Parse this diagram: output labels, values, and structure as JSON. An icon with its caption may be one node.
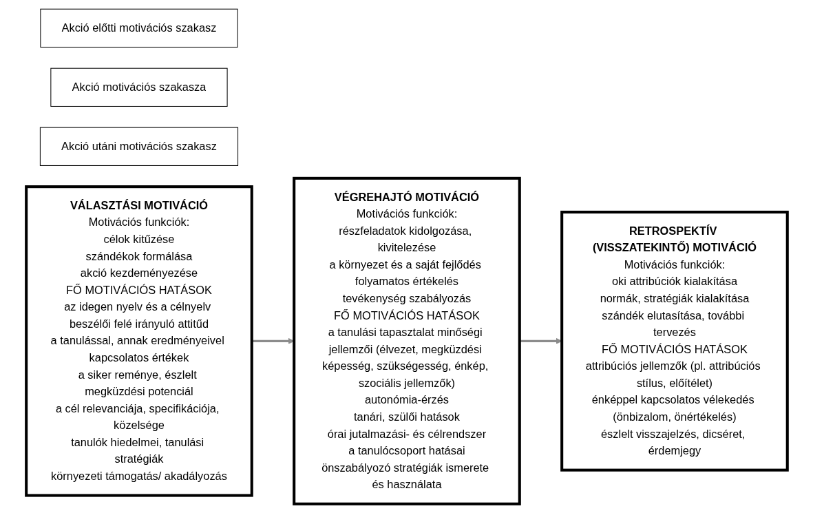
{
  "diagram": {
    "nodes": [
      {
        "text": [
          "Akció előtti motivációs szakasz"
        ]
      },
      {
        "text": [
          "Akció motivációs szakasza"
        ]
      },
      {
        "text": [
          "Akció utáni motivációs szakasz"
        ]
      },
      {
        "text": [
          "VÁLASZTÁSI MOTIVÁCIÓ",
          "Motivációs funkciók:",
          "célok kitűzése",
          "szándékok formálása",
          "akció kezdeményezése",
          "FŐ MOTIVÁCIÓS HATÁSOK",
          "az idegen nyelv és a célnyelv beszélői felé irányuló attitűd",
          "a tanulással, annak eredményeivel kapcsolatos értékek",
          "a siker reménye, észlelt megküzdési potenciál",
          "a cél relevanciája, specifikációja, közelsége",
          "tanulók hiedelmei, tanulási stratégiák",
          "környezeti támogatás/ akadályozás"
        ]
      },
      {
        "text": [
          "VÉGREHAJTÓ MOTIVÁCIÓ",
          "Motivációs funkciók:",
          "részfeladatok kidolgozása, kivitelezése",
          "a környezet és a saját fejlődés folyamatos értékelés",
          "tevékenység szabályozás",
          "FŐ MOTIVÁCIÓS HATÁSOK",
          "a tanulási tapasztalat minőségi jellemzői (élvezet, megküzdési képesség, szükségesség, énkép, szociális jellemzők)",
          "autonómia-érzés",
          "tanári, szülői hatások",
          "órai jutalmazási- és célrendszer",
          "a tanulócsoport hatásai",
          "önszabályozó stratégiák ismerete és használata"
        ]
      },
      {
        "text": [
          "RETROSPEKTÍV (VISSZATEKINTŐ) MOTIVÁCIÓ",
          "Motivációs funkciók:",
          "oki attribúciók kialakítása",
          "normák, stratégiák kialakítása",
          "szándék elutasítása, további tervezés",
          "FŐ MOTIVÁCIÓS HATÁSOK",
          "attribúciós jellemzők (pl. attribúciós stílus, előítélet)",
          "énképpel kapcsolatos vélekedés (önbizalom, önértékelés)",
          "észlelt visszajelzés, dicséret, érdemjegy"
        ]
      }
    ],
    "edges": [
      {
        "from": 3,
        "to": 4,
        "arrow": "to"
      },
      {
        "from": 4,
        "to": 5,
        "arrow": "to"
      }
    ]
  }
}
